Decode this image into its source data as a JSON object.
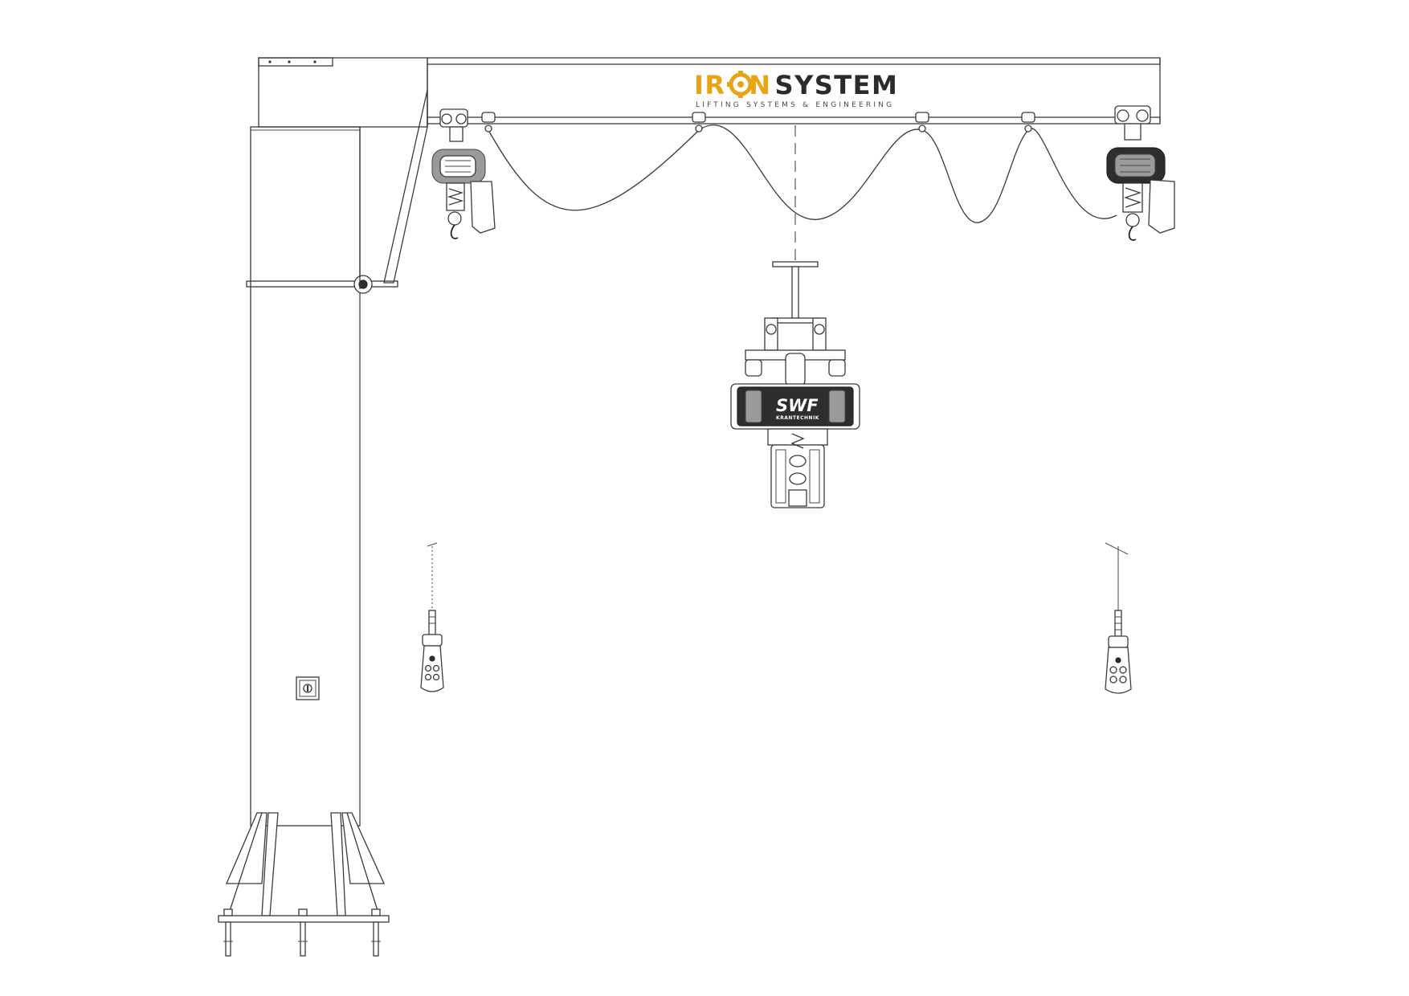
{
  "logo": {
    "word_part_1": "IR",
    "word_part_3": "N",
    "word_part_4": "SYSTEM",
    "tagline": "LIFTING SYSTEMS & ENGINEERING",
    "accent_color": "#e8a317",
    "dark_color": "#2b2b2b",
    "gear_icon": "gear-icon"
  },
  "hoist_brand": {
    "name": "SWF",
    "subtitle": "KRANTECHNIK"
  },
  "colors": {
    "line": "#3a3a3a",
    "background": "#ffffff"
  }
}
